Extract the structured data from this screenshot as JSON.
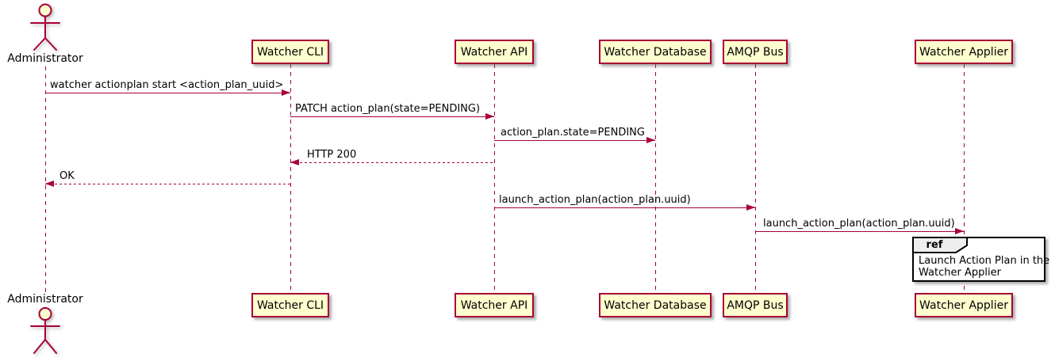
{
  "diagram": {
    "type": "sequence",
    "actor": {
      "name": "Administrator"
    },
    "participants": [
      {
        "label": "Watcher CLI"
      },
      {
        "label": "Watcher API"
      },
      {
        "label": "Watcher Database"
      },
      {
        "label": "AMQP Bus"
      },
      {
        "label": "Watcher Applier"
      }
    ],
    "messages": [
      {
        "from": "Administrator",
        "to": "Watcher CLI",
        "text": "watcher actionplan start <action_plan_uuid>",
        "line": "solid",
        "direction": "right"
      },
      {
        "from": "Watcher CLI",
        "to": "Watcher API",
        "text": "PATCH action_plan(state=PENDING)",
        "line": "solid",
        "direction": "right"
      },
      {
        "from": "Watcher API",
        "to": "Watcher Database",
        "text": "action_plan.state=PENDING",
        "line": "solid",
        "direction": "right"
      },
      {
        "from": "Watcher API",
        "to": "Watcher CLI",
        "text": "HTTP 200",
        "line": "dashed",
        "direction": "left"
      },
      {
        "from": "Watcher CLI",
        "to": "Administrator",
        "text": "OK",
        "line": "dashed",
        "direction": "left"
      },
      {
        "from": "Watcher API",
        "to": "AMQP Bus",
        "text": "launch_action_plan(action_plan.uuid)",
        "line": "solid",
        "direction": "right"
      },
      {
        "from": "AMQP Bus",
        "to": "Watcher Applier",
        "text": "launch_action_plan(action_plan.uuid)",
        "line": "solid",
        "direction": "right"
      }
    ],
    "ref": {
      "label": "ref",
      "lines": [
        "Launch Action Plan in the",
        "Watcher Applier"
      ]
    },
    "colors": {
      "accent": "#A80036",
      "participant_fill": "#FEFECE",
      "ref_header_fill": "#EEEEEE",
      "text": "#000000"
    }
  }
}
